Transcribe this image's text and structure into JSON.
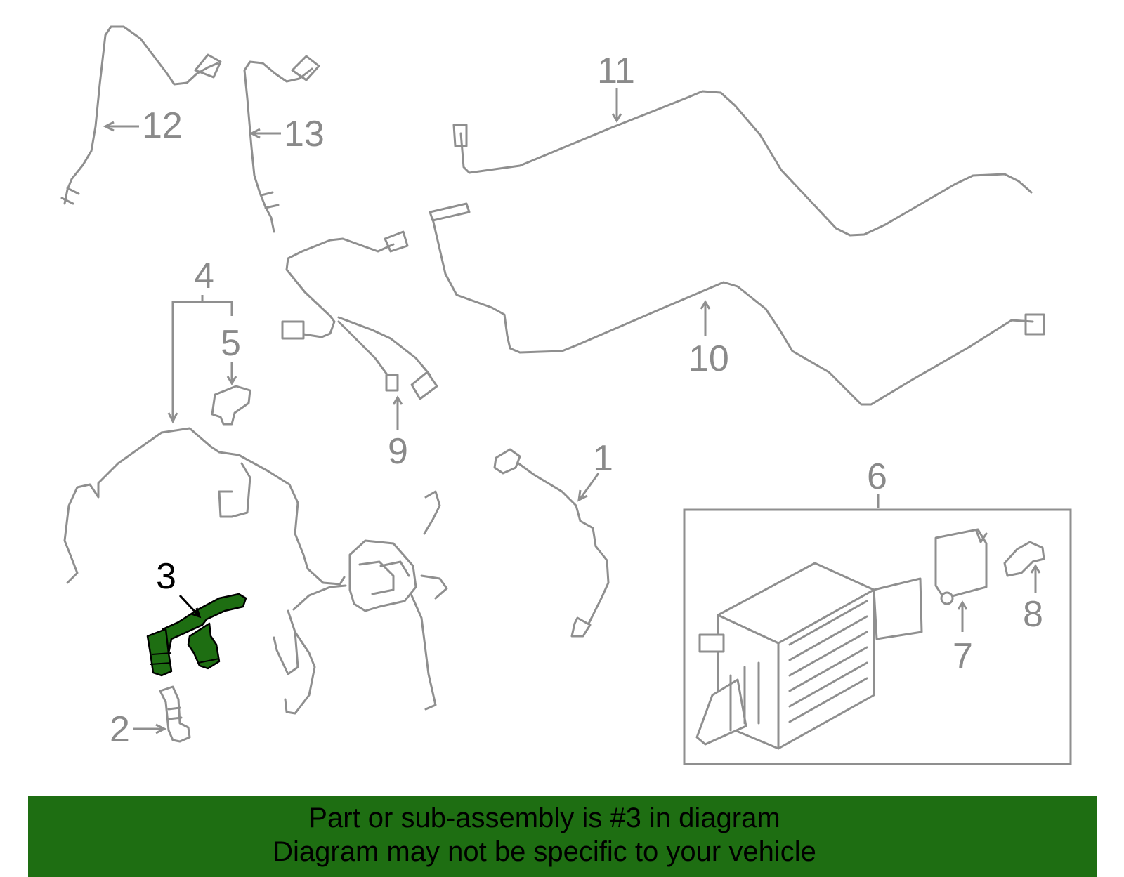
{
  "diagram": {
    "callouts": [
      {
        "label": "1",
        "highlighted": false
      },
      {
        "label": "2",
        "highlighted": false
      },
      {
        "label": "3",
        "highlighted": true
      },
      {
        "label": "4",
        "highlighted": false
      },
      {
        "label": "5",
        "highlighted": false
      },
      {
        "label": "6",
        "highlighted": false
      },
      {
        "label": "7",
        "highlighted": false
      },
      {
        "label": "8",
        "highlighted": false
      },
      {
        "label": "9",
        "highlighted": false
      },
      {
        "label": "10",
        "highlighted": false
      },
      {
        "label": "11",
        "highlighted": false
      },
      {
        "label": "12",
        "highlighted": false
      },
      {
        "label": "13",
        "highlighted": false
      }
    ],
    "colors": {
      "line": "#8f8f8f",
      "highlight_part": "#1e6e12",
      "banner": "#1e6e12"
    }
  },
  "banner": {
    "line1": "Part or sub-assembly is #3 in diagram",
    "line2": "Diagram may not be specific to your vehicle"
  }
}
